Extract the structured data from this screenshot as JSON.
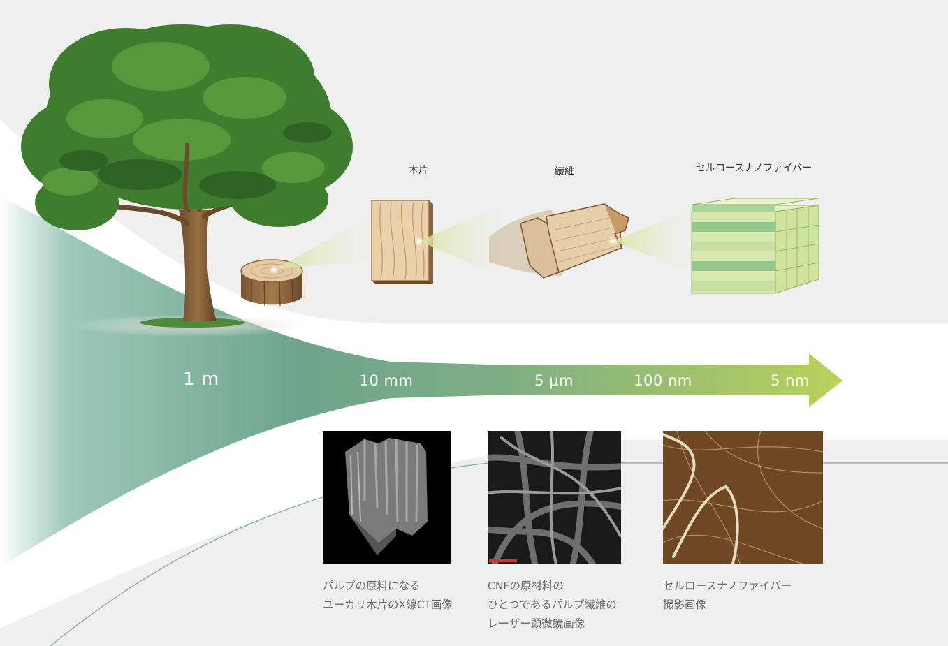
{
  "stages": [
    {
      "label": "木片"
    },
    {
      "label": "繊維"
    },
    {
      "label": "セルロースナノファイバー"
    }
  ],
  "scale": [
    "1 m",
    "10 mm",
    "5 μm",
    "100 nm",
    "5 nm"
  ],
  "images": [
    {
      "caption_lines": [
        "パルプの原料になる",
        "ユーカリ木片のX線CT画像"
      ]
    },
    {
      "caption_lines": [
        "CNFの原材料の",
        "ひとつであるパルプ繊維の",
        "レーザー顕微鏡画像"
      ]
    },
    {
      "caption_lines": [
        "セルロースナノファイバー",
        "撮影画像"
      ]
    }
  ],
  "colors": {
    "background_gray": "#eeefee",
    "arrow_dark": "#5f9b86",
    "arrow_light": "#b5cf5a",
    "curve_line": "#7fae98",
    "leaf_green": "#3f7d2e",
    "wood": "#e2c9a2",
    "bark": "#8a6238"
  }
}
